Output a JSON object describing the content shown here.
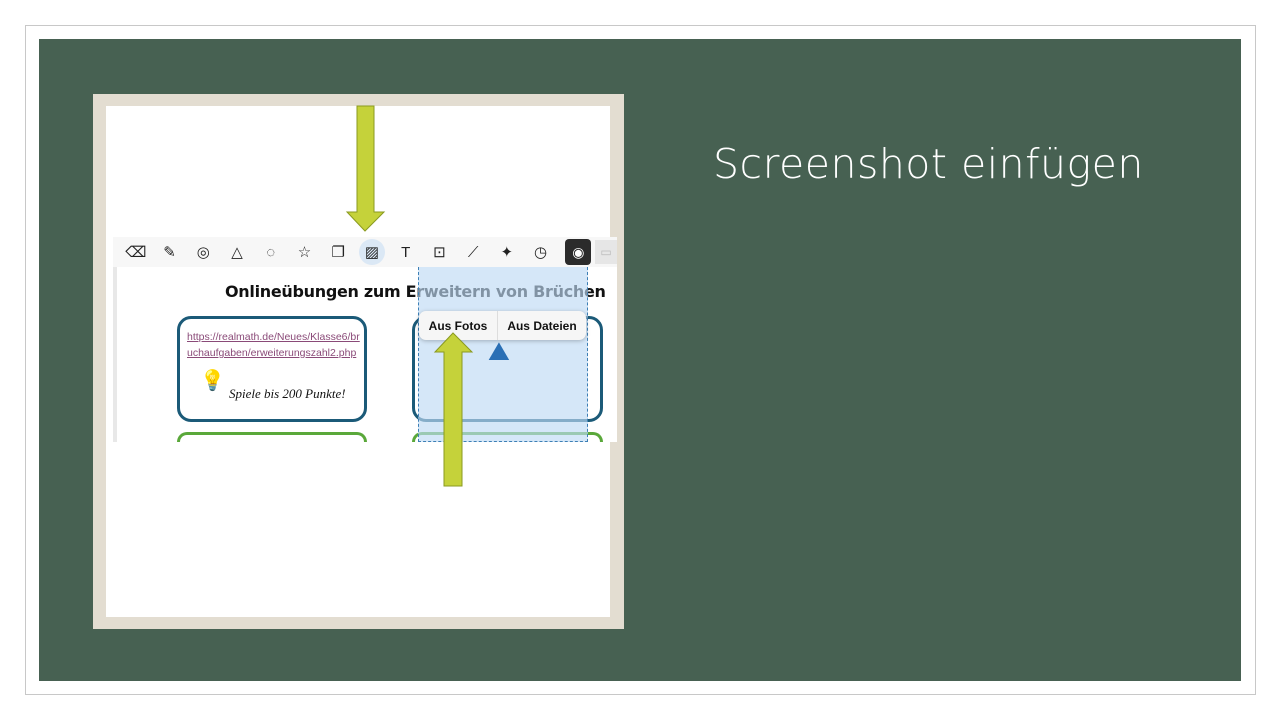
{
  "slide": {
    "title": "Screenshot einfügen"
  },
  "toolbar": {
    "tools": [
      "eraser-icon",
      "highlighter-icon",
      "tape-icon",
      "shapes-icon",
      "lasso-icon",
      "sticker-icon",
      "sticky-note-icon",
      "image-icon",
      "textbox-icon",
      "image-search-icon",
      "ruler-icon",
      "laser-pointer-icon",
      "clock-icon",
      "camera-icon",
      "image-placeholder-icon"
    ]
  },
  "document": {
    "title": "Onlineübungen zum Erweitern von Brüchen",
    "link": "https://realmath.de/Neues/Klasse6/bruchaufgaben/erweiterungszahl2.php",
    "hint": "Spiele bis 200 Punkte!"
  },
  "popup": {
    "from_photos": "Aus Fotos",
    "from_files": "Aus Dateien"
  },
  "colors": {
    "slide_bg": "#476152",
    "arrow": "#c5d23a",
    "card_border": "#1b5a78"
  }
}
